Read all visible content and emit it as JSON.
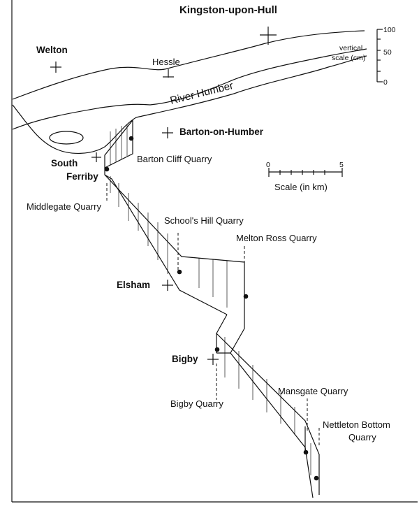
{
  "title": "Kingston-upon-Hull",
  "river_label": "River Humber",
  "places": {
    "welton": "Welton",
    "hessle": "Hessle",
    "barton": "Barton-on-Humber",
    "south": "South",
    "ferriby": "Ferriby",
    "elsham": "Elsham",
    "bigby": "Bigby"
  },
  "quarries": {
    "barton_cliff": "Barton Cliff Quarry",
    "middlegate": "Middlegate Quarry",
    "schools_hill": "School's Hill Quarry",
    "melton_ross": "Melton Ross Quarry",
    "bigby": "Bigby Quarry",
    "mansgate": "Mansgate Quarry",
    "nettleton_line1": "Nettleton Bottom",
    "nettleton_line2": "Quarry"
  },
  "horizontal_scale": {
    "label": "Scale (in km)",
    "ticks": [
      "0",
      "5"
    ]
  },
  "vertical_scale": {
    "label_line1": "vertical",
    "label_line2": "scale (cm)",
    "ticks": [
      "100",
      "50",
      "0"
    ]
  }
}
